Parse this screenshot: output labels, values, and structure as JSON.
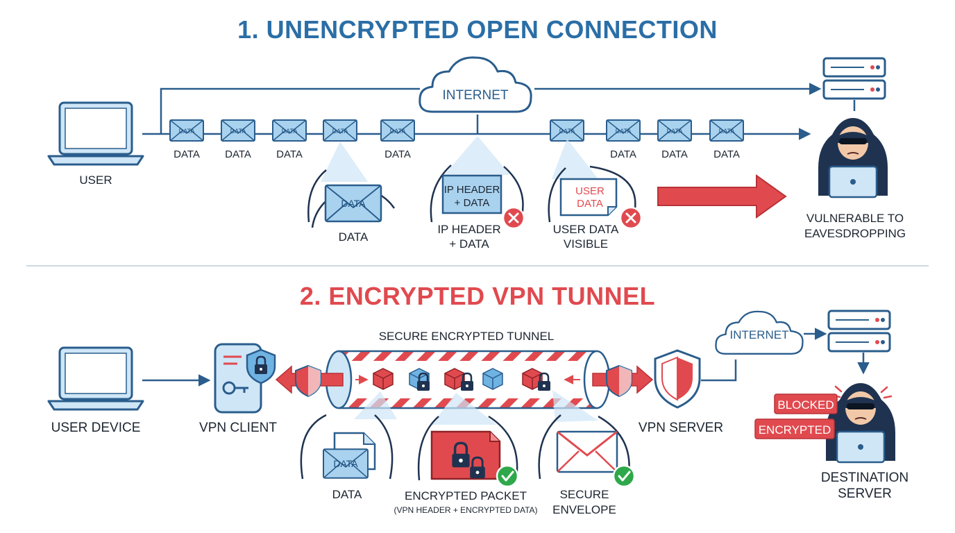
{
  "section1": {
    "title": "1. UNENCRYPTED OPEN CONNECTION",
    "user_label": "USER",
    "internet_label": "INTERNET",
    "packet_label": "DATA",
    "packet_labels": [
      "DATA",
      "DATA",
      "DATA",
      "DATA",
      "DATA",
      "DATA",
      "DATA"
    ],
    "zoom_data_label": "DATA",
    "zoom_ipheader_line1": "IP HEADER",
    "zoom_ipheader_line2": "+ DATA",
    "zoom_userdata_line1": "USER",
    "zoom_userdata_line2": "DATA",
    "callout_data": "DATA",
    "callout_ip_line1": "IP HEADER",
    "callout_ip_line2": "+ DATA",
    "callout_user_line1": "USER DATA",
    "callout_user_line2": "VISIBLE",
    "attacker_line1": "VULNERABLE TO",
    "attacker_line2": "EAVESDROPPING"
  },
  "section2": {
    "title": "2. ENCRYPTED VPN TUNNEL",
    "device_label": "USER DEVICE",
    "client_label": "VPN CLIENT",
    "tunnel_label": "SECURE ENCRYPTED TUNNEL",
    "server_label": "VPN SERVER",
    "internet_label": "INTERNET",
    "blocked_label": "BLOCKED",
    "encrypted_label": "ENCRYPTED",
    "destination_line1": "DESTINATION",
    "destination_line2": "SERVER",
    "zoom_data_label": "DATA",
    "callout_data": "DATA",
    "callout_packet_line1": "ENCRYPTED PACKET",
    "callout_packet_line2": "(VPN HEADER + ENCRYPTED DATA)",
    "callout_envelope_line1": "SECURE",
    "callout_envelope_line2": "ENVELOPE"
  },
  "colors": {
    "primary_blue": "#2b6ea6",
    "line_blue": "#2a5d8c",
    "fill_blue": "#cfe6f7",
    "accent_red": "#e04a4f",
    "dark_navy": "#1f3350",
    "check_green": "#2ea84a"
  },
  "icons": [
    "laptop-icon",
    "cloud-icon",
    "server-icon",
    "hacker-icon",
    "envelope-icon",
    "document-icon",
    "x-mark-icon",
    "check-mark-icon",
    "shield-icon",
    "lock-icon",
    "key-icon",
    "phone-icon",
    "cube-icon",
    "arrow-icon"
  ]
}
